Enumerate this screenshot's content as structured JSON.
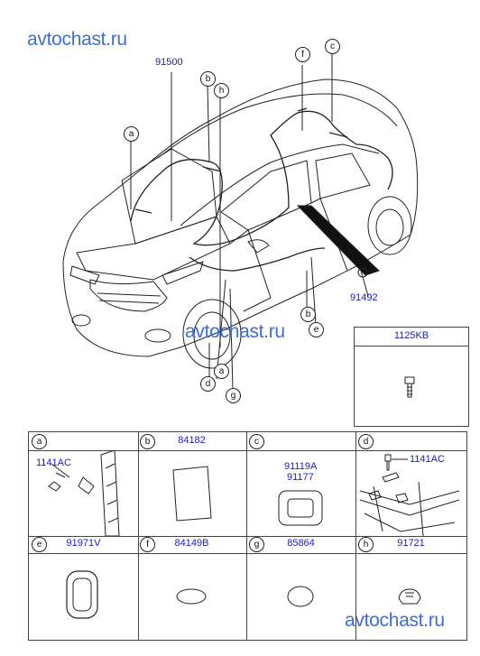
{
  "watermarks": [
    "avtochast.ru",
    "avtochast.ru",
    "avtochast.ru"
  ],
  "main_diagram": {
    "part_labels": [
      "91500",
      "91492"
    ],
    "callouts": [
      "a",
      "b",
      "h",
      "f",
      "c",
      "b",
      "e",
      "a",
      "d",
      "g"
    ]
  },
  "side_part": {
    "code": "1125KB"
  },
  "detail_cells": [
    {
      "letter": "a",
      "code": "",
      "inner_labels": [
        "1141AC"
      ]
    },
    {
      "letter": "b",
      "code": "84182",
      "inner_labels": []
    },
    {
      "letter": "c",
      "code": "",
      "inner_labels": [
        "91119A",
        "91177"
      ]
    },
    {
      "letter": "d",
      "code": "",
      "inner_labels": [
        "1141AC"
      ]
    },
    {
      "letter": "e",
      "code": "91971V",
      "inner_labels": []
    },
    {
      "letter": "f",
      "code": "84149B",
      "inner_labels": []
    },
    {
      "letter": "g",
      "code": "85864",
      "inner_labels": []
    },
    {
      "letter": "h",
      "code": "91721",
      "inner_labels": []
    }
  ],
  "colors": {
    "watermark": "#3a6fd8",
    "label": "#1a1acc",
    "line": "#222222"
  }
}
